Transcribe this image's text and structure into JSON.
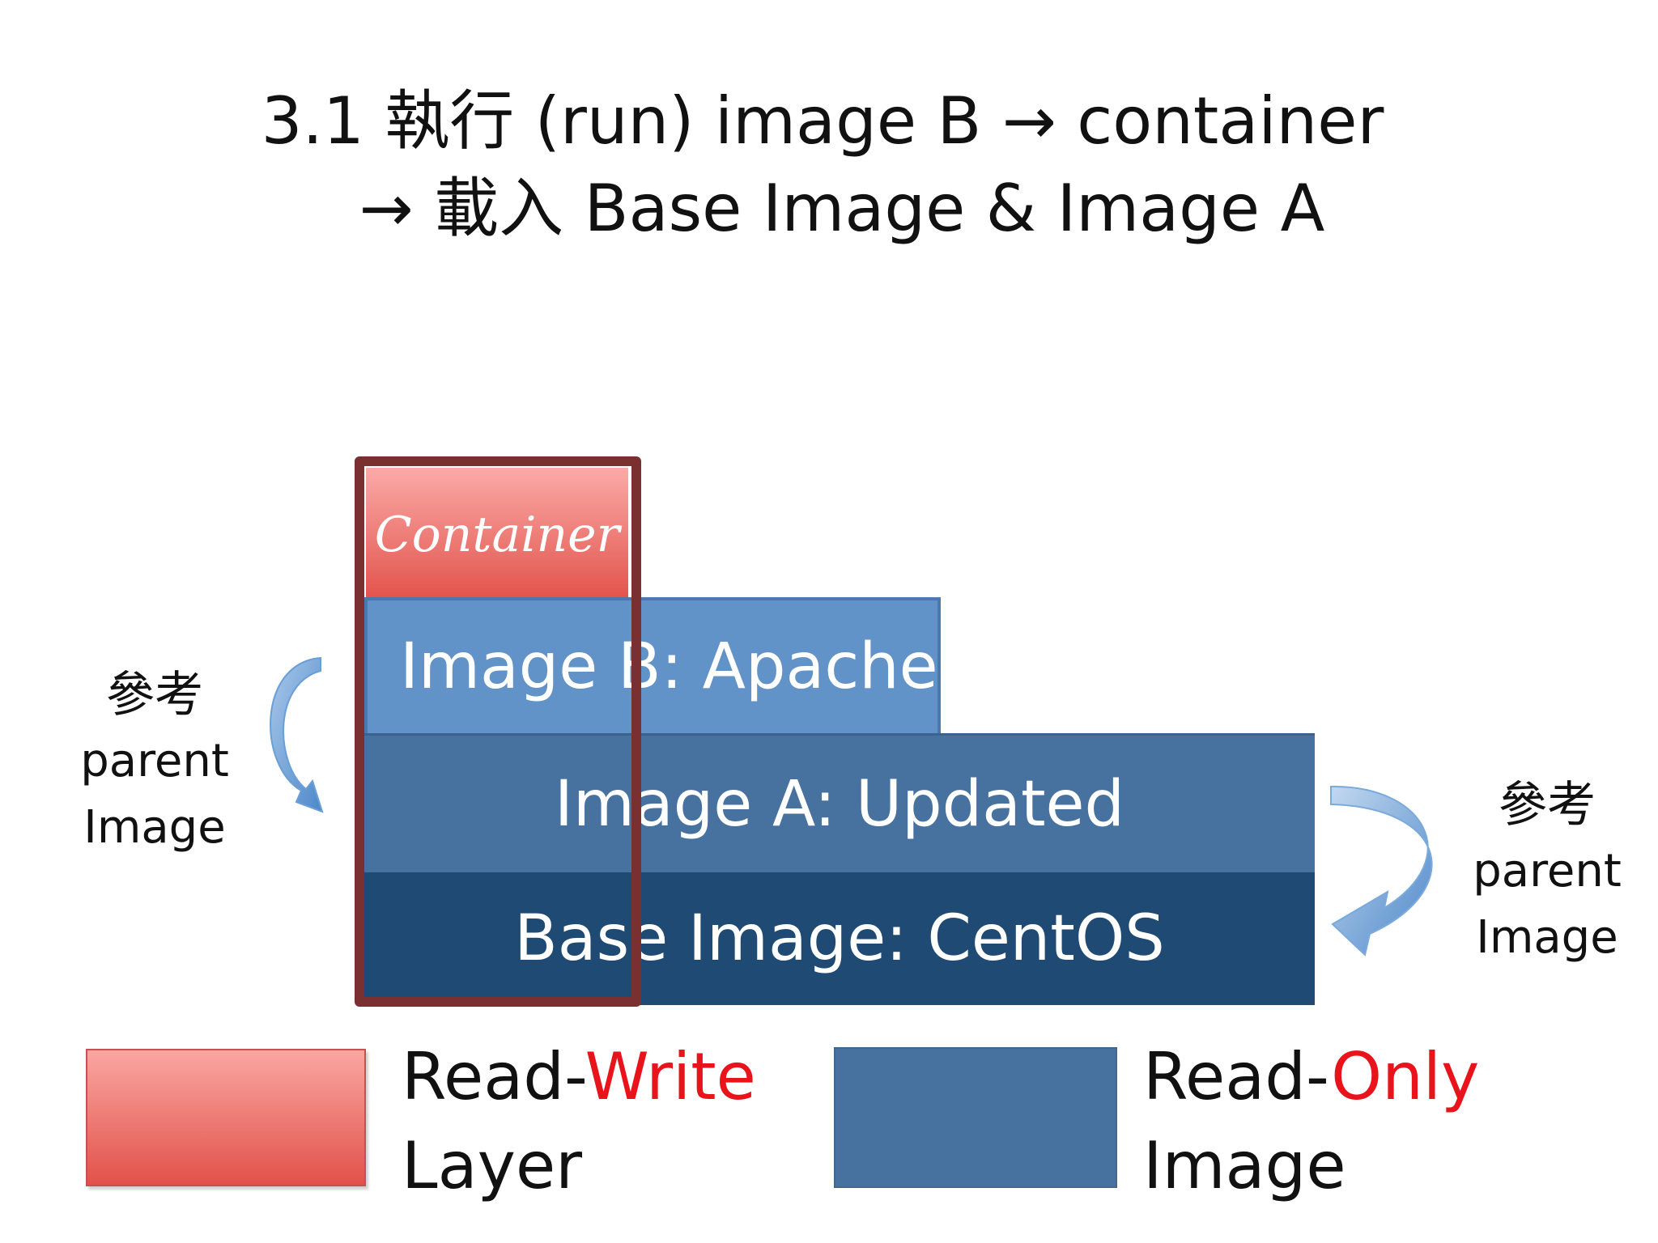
{
  "title": {
    "line1_prefix": "3.1",
    "line1_cjk": "執行",
    "line1_mid": "(run) image B",
    "arrow": "→",
    "line1_suffix": "container",
    "line2_cjk": "載入",
    "line2_suffix": "Base Image & Image A"
  },
  "layers": {
    "container": "Container",
    "image_b": "Image B: Apache",
    "image_a": "Image A: Updated",
    "base": "Base Image: CentOS"
  },
  "side_labels": {
    "left": {
      "cjk": "參考",
      "line2": "parent",
      "line3": "Image"
    },
    "right": {
      "cjk": "參考",
      "line2": "parent",
      "line3": "Image"
    }
  },
  "legend": {
    "read_write": {
      "prefix": "Read-",
      "accent": "Write",
      "line2": "Layer"
    },
    "read_only": {
      "prefix": "Read-",
      "accent": "Only",
      "line2": "Image"
    }
  },
  "colors": {
    "container_top": "#fbaaa7",
    "container_bottom": "#e2554d",
    "container_frame": "#7a3030",
    "image_b": "#6293c8",
    "image_a": "#47729f",
    "base": "#1f4a73",
    "arrow": "#5b95d3",
    "accent_red": "#e8131b"
  },
  "icons": {
    "left_arrow": "curved-arrow-down-right",
    "right_arrow": "curved-arrow-down-left"
  }
}
